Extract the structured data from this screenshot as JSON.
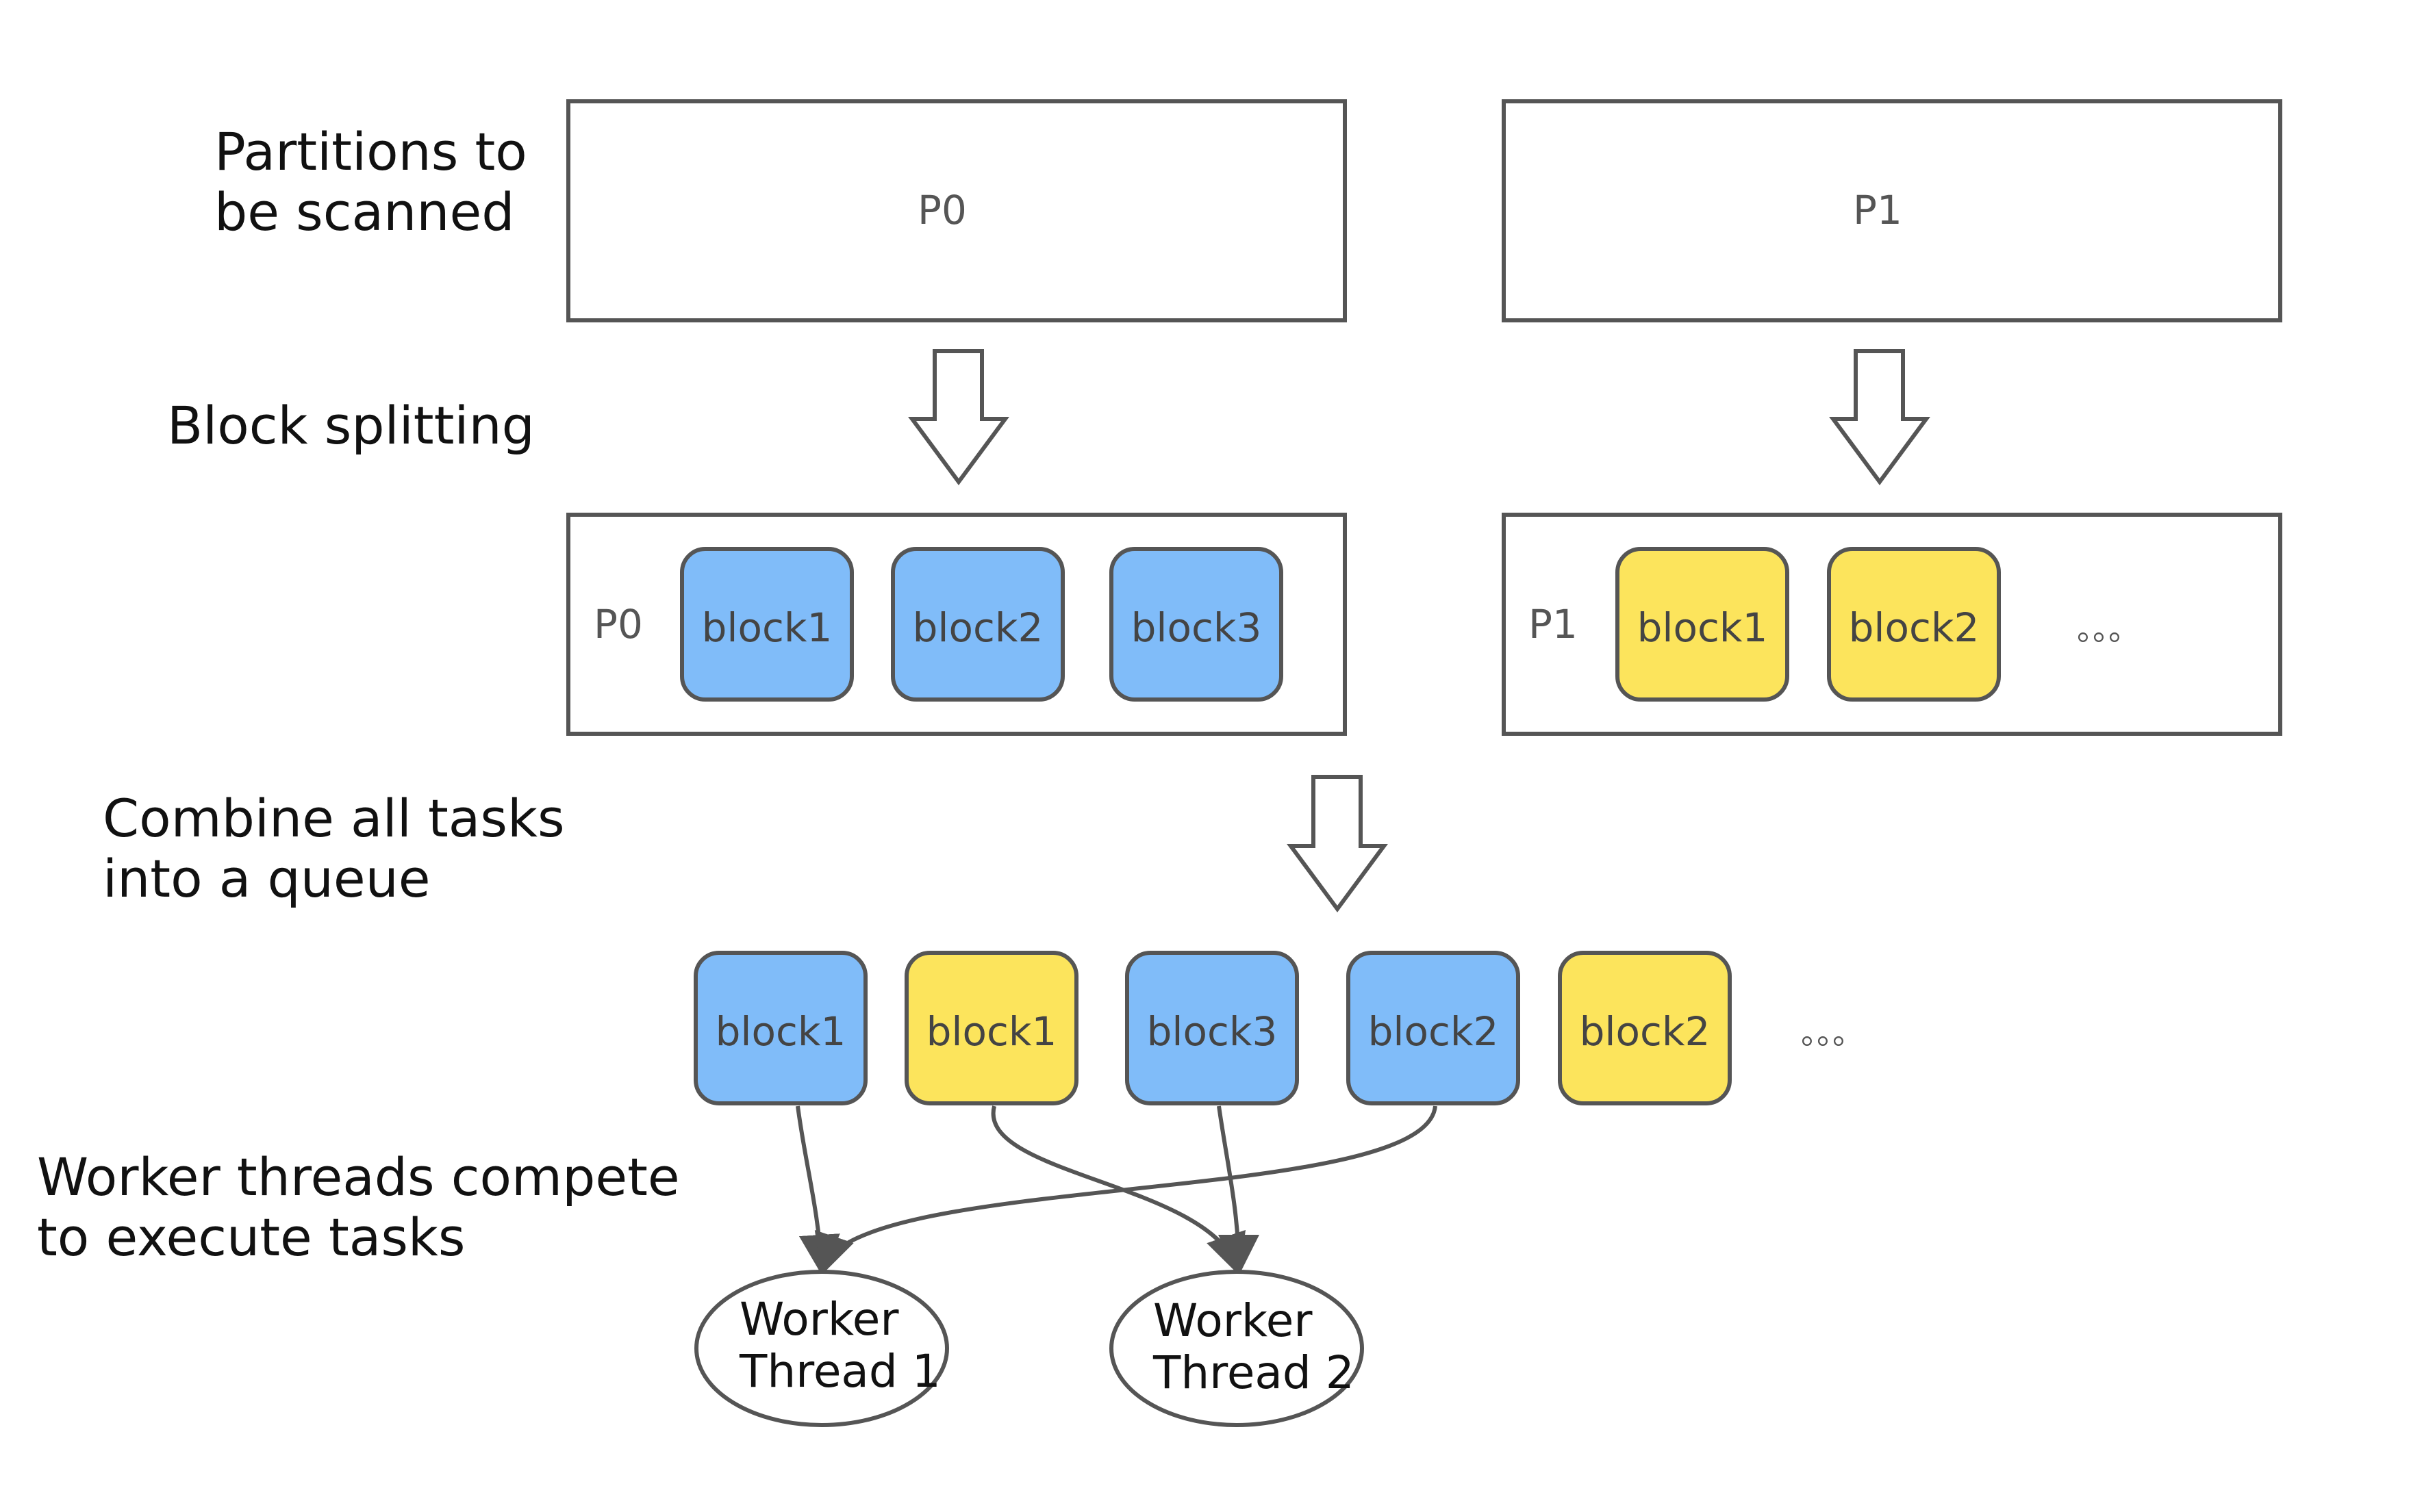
{
  "colors": {
    "blue_block": "#80BCF9",
    "yellow_block": "#FCE45C",
    "outline": "#555555"
  },
  "steps": {
    "partitions": [
      "Partitions to",
      "be scanned"
    ],
    "splitting": [
      "Block splitting"
    ],
    "combine": [
      "Combine all tasks",
      "into a queue"
    ],
    "compete": [
      "Worker threads compete",
      "to execute tasks"
    ]
  },
  "partitions": [
    {
      "label": "P0"
    },
    {
      "label": "P1"
    }
  ],
  "split_groups": [
    {
      "partition": "P0",
      "blocks": [
        {
          "label": "block1",
          "color": "blue"
        },
        {
          "label": "block2",
          "color": "blue"
        },
        {
          "label": "block3",
          "color": "blue"
        }
      ]
    },
    {
      "partition": "P1",
      "blocks": [
        {
          "label": "block1",
          "color": "yellow"
        },
        {
          "label": "block2",
          "color": "yellow"
        }
      ],
      "more": "。。。"
    }
  ],
  "queue": {
    "blocks": [
      {
        "label": "block1",
        "color": "blue"
      },
      {
        "label": "block1",
        "color": "yellow"
      },
      {
        "label": "block3",
        "color": "blue"
      },
      {
        "label": "block2",
        "color": "blue"
      },
      {
        "label": "block2",
        "color": "yellow"
      }
    ],
    "more": "。。。"
  },
  "workers": [
    {
      "lines": [
        "Worker",
        "Thread 1"
      ]
    },
    {
      "lines": [
        "Worker",
        "Thread 2"
      ]
    }
  ]
}
